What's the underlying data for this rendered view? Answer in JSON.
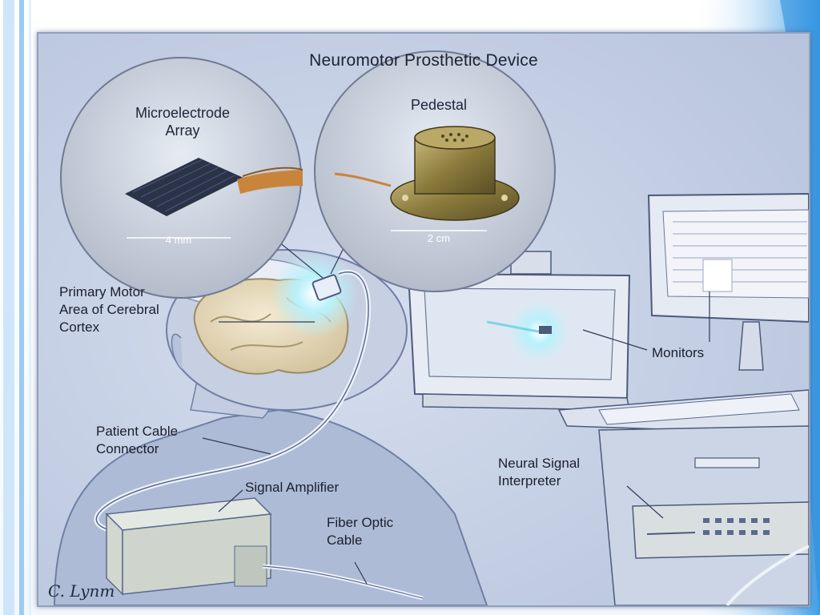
{
  "slide": {
    "accent_color": "#3f9fe6",
    "frame_color": "#8fa0bd"
  },
  "figure": {
    "title": "Neuromotor Prosthetic Device",
    "insets": {
      "microelectrode": {
        "label": "Microelectrode\nArray",
        "scale": "4 mm"
      },
      "pedestal": {
        "label": "Pedestal",
        "scale": "2 cm"
      }
    },
    "callouts": {
      "primary_motor": "Primary Motor\nArea of Cerebral\nCortex",
      "monitors": "Monitors",
      "patient_cable": "Patient Cable\nConnector",
      "signal_amplifier": "Signal Amplifier",
      "neural_signal": "Neural Signal\nInterpreter",
      "fiber_optic": "Fiber Optic\nCable"
    },
    "signature": "C. Lynm"
  }
}
